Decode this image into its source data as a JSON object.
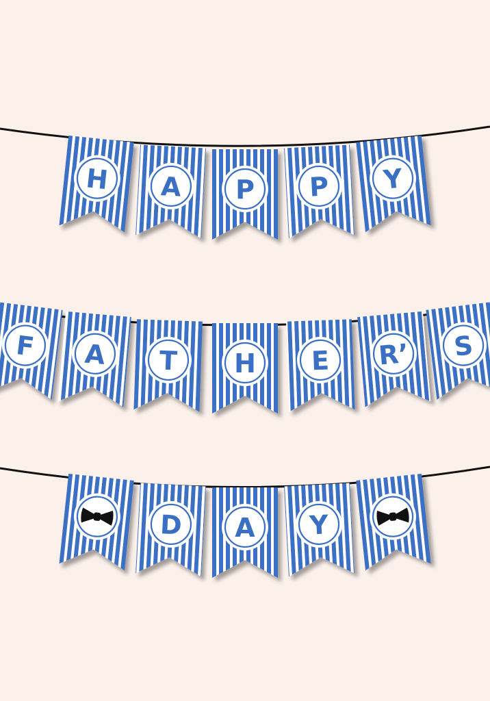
{
  "colors": {
    "background": "#fbf0ea",
    "flag_blue": "#3a6fc4",
    "stripe_white": "#ffffff",
    "string": "#111111",
    "letter": "#3a6fc4",
    "bowtie": "#111111"
  },
  "banners": [
    {
      "name": "happy",
      "flags": [
        {
          "kind": "letter",
          "text": "H"
        },
        {
          "kind": "letter",
          "text": "A"
        },
        {
          "kind": "letter",
          "text": "P"
        },
        {
          "kind": "letter",
          "text": "P"
        },
        {
          "kind": "letter",
          "text": "Y"
        }
      ]
    },
    {
      "name": "fathers",
      "flags": [
        {
          "kind": "letter",
          "text": "F"
        },
        {
          "kind": "letter",
          "text": "A"
        },
        {
          "kind": "letter",
          "text": "T"
        },
        {
          "kind": "letter",
          "text": "H"
        },
        {
          "kind": "letter",
          "text": "E"
        },
        {
          "kind": "letter",
          "text": "R’"
        },
        {
          "kind": "letter",
          "text": "S"
        }
      ]
    },
    {
      "name": "day",
      "flags": [
        {
          "kind": "icon",
          "icon": "bowtie-icon"
        },
        {
          "kind": "letter",
          "text": "D"
        },
        {
          "kind": "letter",
          "text": "A"
        },
        {
          "kind": "letter",
          "text": "Y"
        },
        {
          "kind": "icon",
          "icon": "bowtie-icon"
        }
      ]
    }
  ]
}
